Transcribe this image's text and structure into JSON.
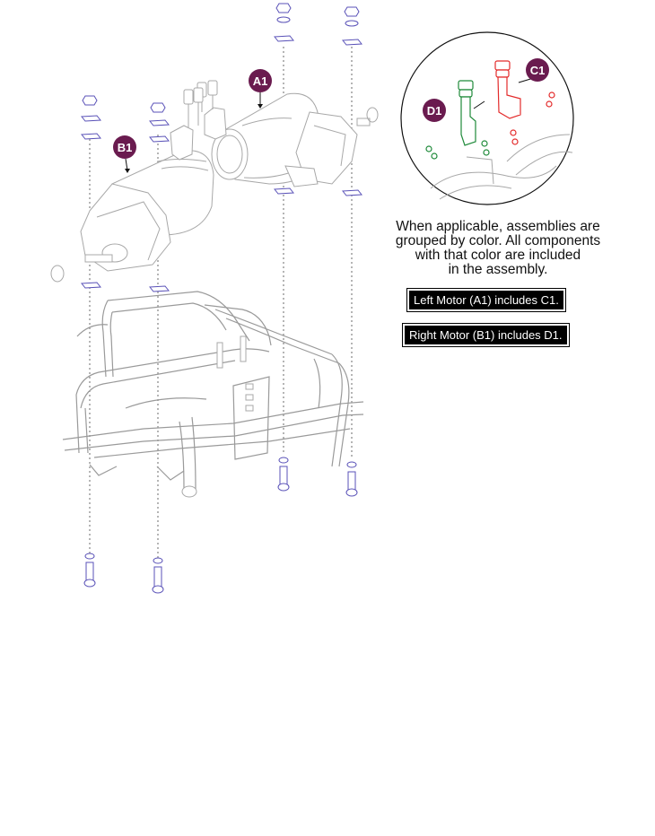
{
  "callouts": {
    "a1": "A1",
    "b1": "B1",
    "c1": "C1",
    "d1": "D1"
  },
  "note": {
    "line1": "When applicable, assemblies are",
    "line2": "grouped by color. All components",
    "line3": "with that color are included",
    "line4": "in the assembly."
  },
  "legend": {
    "left_motor": "Left Motor (A1) includes C1.",
    "right_motor": "Right Motor (B1) includes D1."
  },
  "colors": {
    "callout_fill": "#6a1b4f",
    "hardware_outline": "#5a52b8",
    "group_d1": "#1f8a3a",
    "group_c1": "#e32b2b"
  },
  "icons": [
    "left-motor-assembly",
    "right-motor-assembly",
    "frame",
    "hardware-stack",
    "detail-magnifier"
  ]
}
